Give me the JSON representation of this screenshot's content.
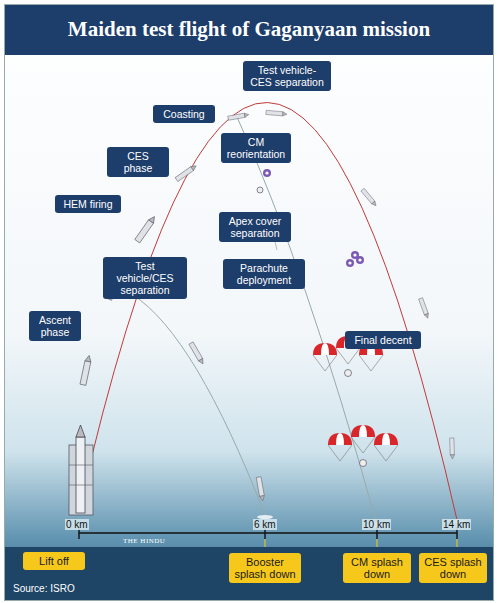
{
  "diagram": {
    "title": "Maiden test flight of Gaganyaan mission",
    "nodes": [
      {
        "text": [
          "Test vehicle-CES separation"
        ]
      },
      {
        "text": [
          "Coasting"
        ]
      },
      {
        "text": [
          "CES phase"
        ]
      },
      {
        "text": [
          "CM reorientation"
        ]
      },
      {
        "text": [
          "HEM firing"
        ]
      },
      {
        "text": [
          "Apex cover separation"
        ]
      },
      {
        "text": [
          "Parachute deployment"
        ]
      },
      {
        "text": [
          "Test vehicle/CES separation"
        ]
      },
      {
        "text": [
          "Ascent phase"
        ]
      },
      {
        "text": [
          "Final decent"
        ]
      },
      {
        "text": [
          "Lift off"
        ]
      },
      {
        "text": [
          "Booster splash down"
        ]
      },
      {
        "text": [
          "CM splash down"
        ]
      },
      {
        "text": [
          "CES splash down"
        ]
      }
    ],
    "labels": [
      "0 km",
      "6 km",
      "10 km",
      "14 km",
      "THE HINDU",
      "Source: ISRO"
    ]
  }
}
